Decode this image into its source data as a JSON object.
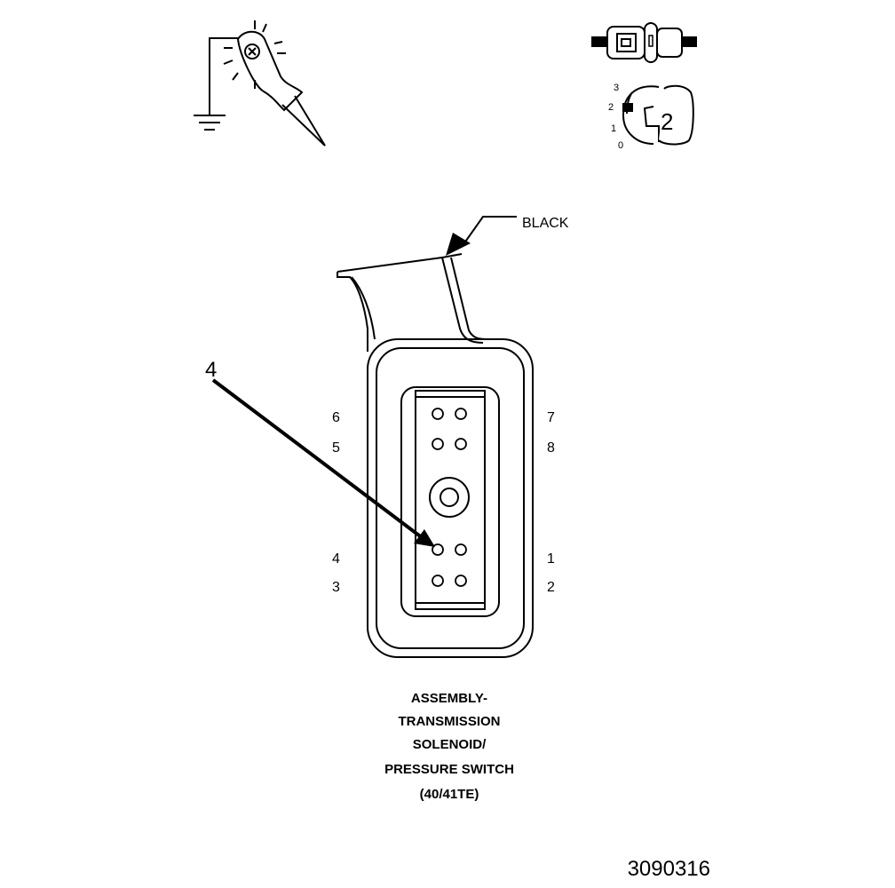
{
  "wire_color_label": "BLACK",
  "callout_number": "4",
  "pin_labels": {
    "left": [
      "6",
      "5",
      "4",
      "3"
    ],
    "right": [
      "7",
      "8",
      "1",
      "2"
    ]
  },
  "title_lines": [
    "ASSEMBLY-",
    "TRANSMISSION",
    "SOLENOID/",
    "PRESSURE SWITCH",
    "(40/41TE)"
  ],
  "figure_number": "3090316",
  "ignition_key": {
    "positions": [
      "3",
      "2",
      "1",
      "0"
    ],
    "selected_label": "2"
  },
  "icons": [
    "test-light-probe-icon",
    "connector-disconnect-icon",
    "ignition-key-icon",
    "ground-symbol-icon"
  ]
}
